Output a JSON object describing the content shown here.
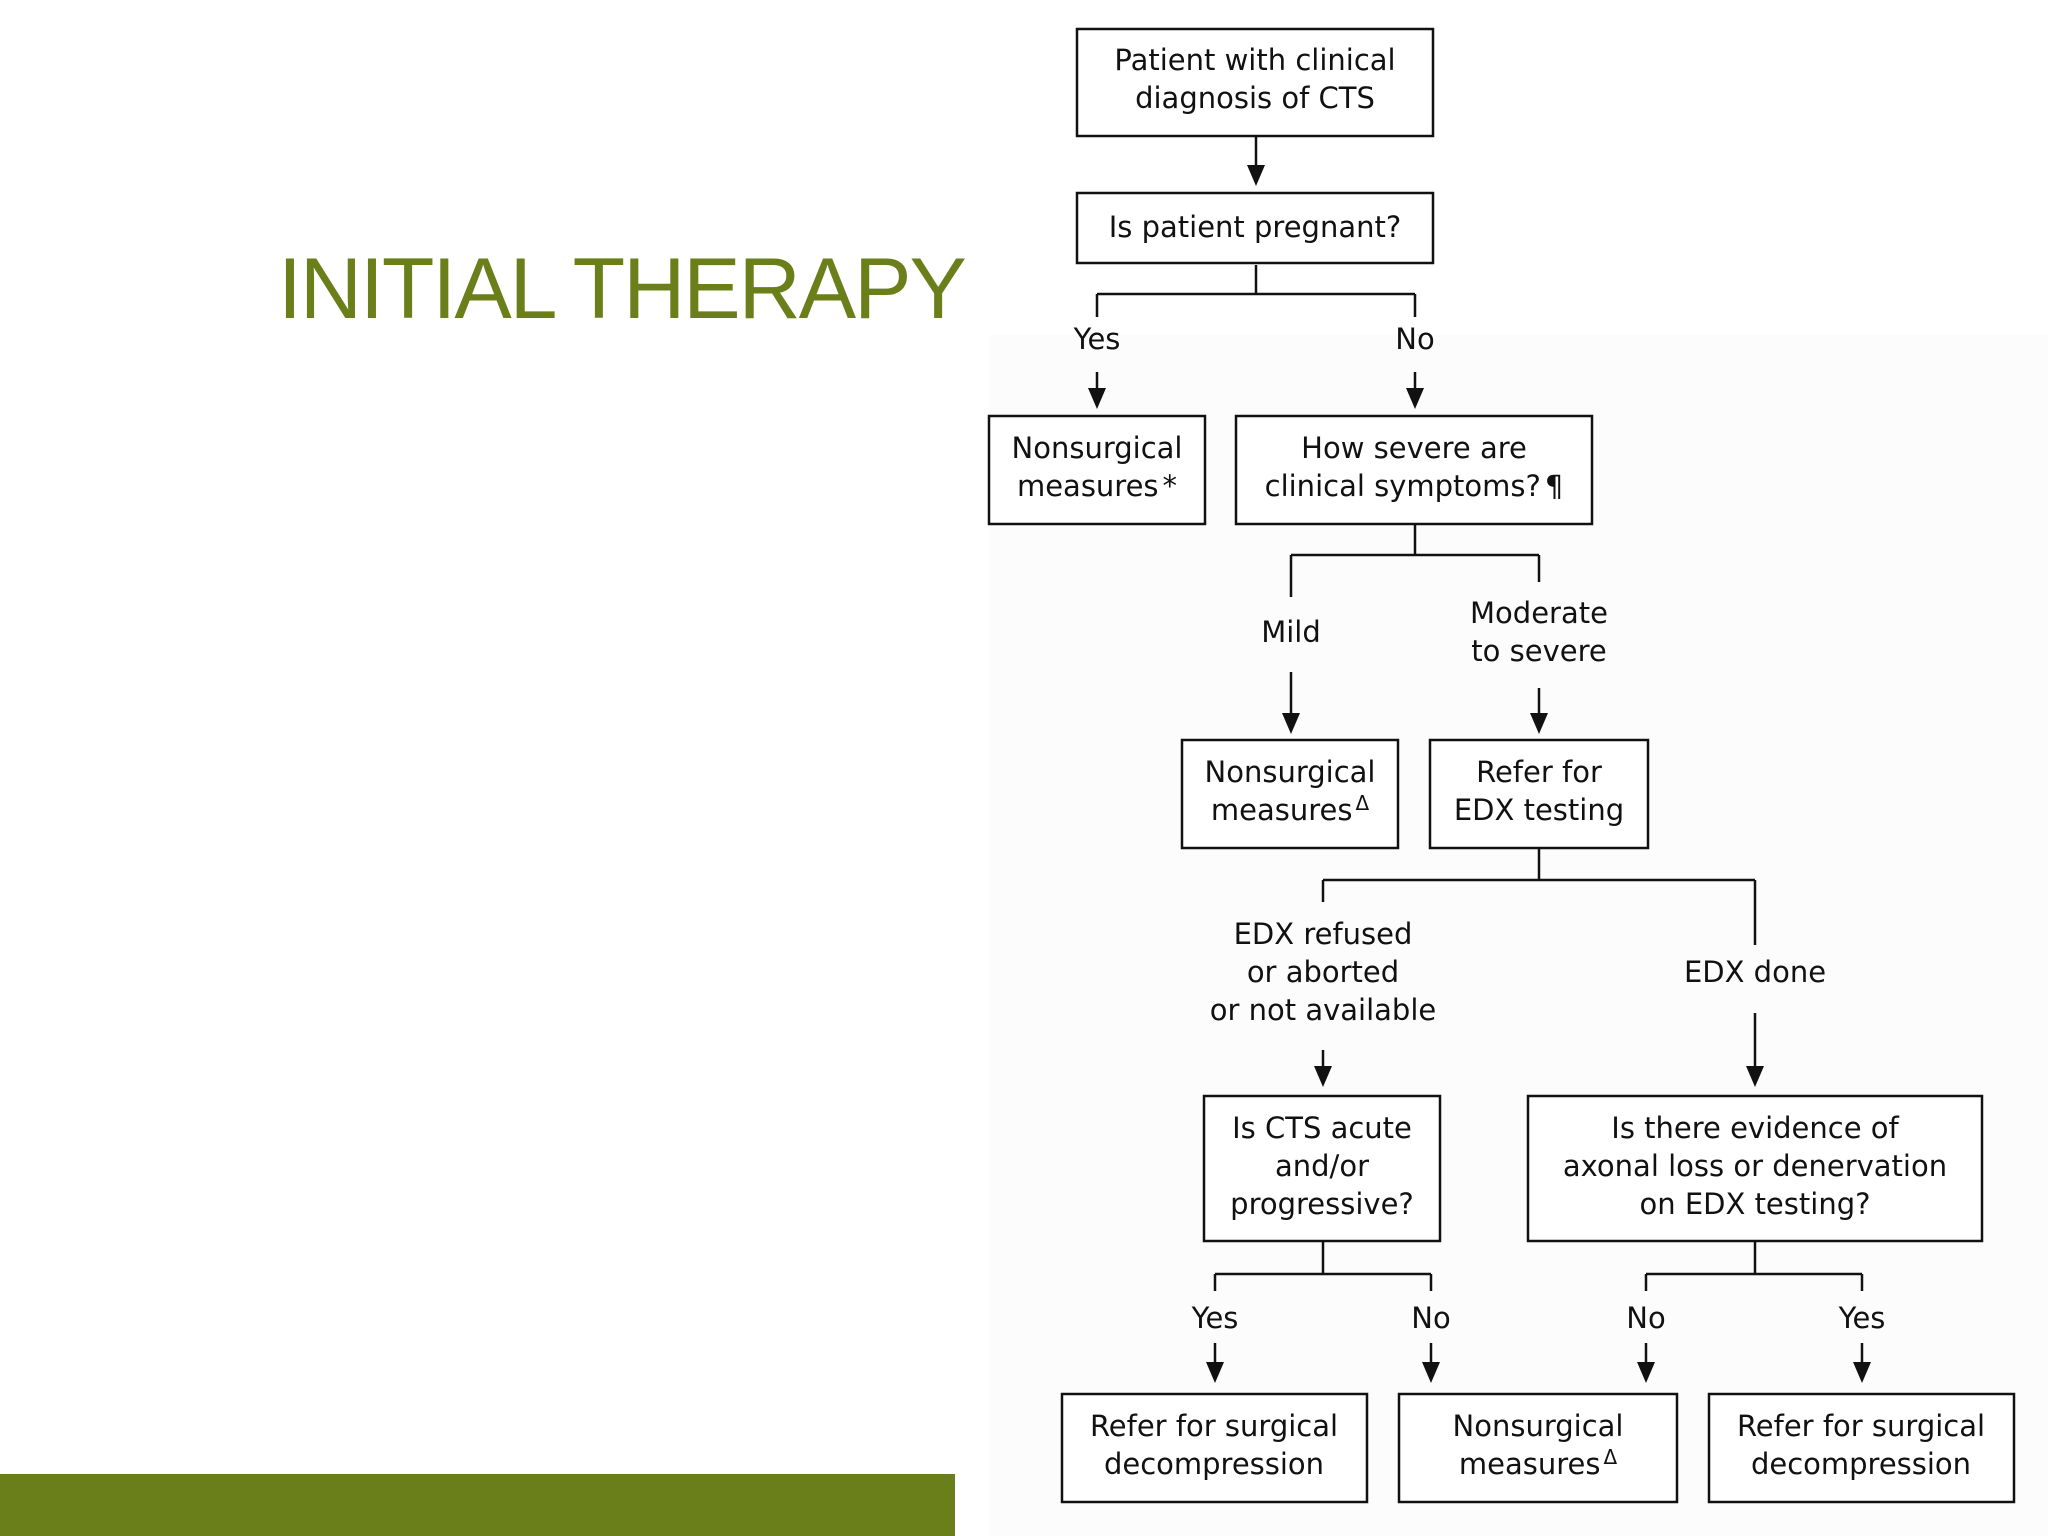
{
  "slide": {
    "title": "INITIAL THERAPY",
    "accent_color": "#6a7f1a"
  },
  "flowchart": {
    "nodes": {
      "start": {
        "line1": "Patient with clinical",
        "line2": "diagnosis of CTS"
      },
      "pregnant": {
        "line1": "Is patient pregnant?"
      },
      "nonsurgical_star": {
        "line1": "Nonsurgical",
        "line2": "measures",
        "mark": "*"
      },
      "severity": {
        "line1": "How severe are",
        "line2": "clinical symptoms?",
        "mark": "¶"
      },
      "nonsurgical_mild": {
        "line1": "Nonsurgical",
        "line2": "measures",
        "mark": "Δ"
      },
      "refer_edx": {
        "line1": "Refer for",
        "line2": "EDX testing"
      },
      "acute": {
        "line1": "Is CTS acute",
        "line2": "and/or",
        "line3": "progressive?"
      },
      "axonal": {
        "line1": "Is there evidence of",
        "line2": "axonal loss or denervation",
        "line3": "on EDX testing?"
      },
      "surgery_left": {
        "line1": "Refer for surgical",
        "line2": "decompression"
      },
      "nonsurgical_bottom": {
        "line1": "Nonsurgical",
        "line2": "measures",
        "mark": "Δ"
      },
      "surgery_right": {
        "line1": "Refer for surgical",
        "line2": "decompression"
      }
    },
    "labels": {
      "yes_1": "Yes",
      "no_1": "No",
      "mild": "Mild",
      "moderate_1": "Moderate",
      "moderate_2": "to severe",
      "edx_refused_1": "EDX refused",
      "edx_refused_2": "or aborted",
      "edx_refused_3": "or not available",
      "edx_done": "EDX done",
      "yes_2": "Yes",
      "no_2": "No",
      "no_3": "No",
      "yes_3": "Yes"
    }
  }
}
